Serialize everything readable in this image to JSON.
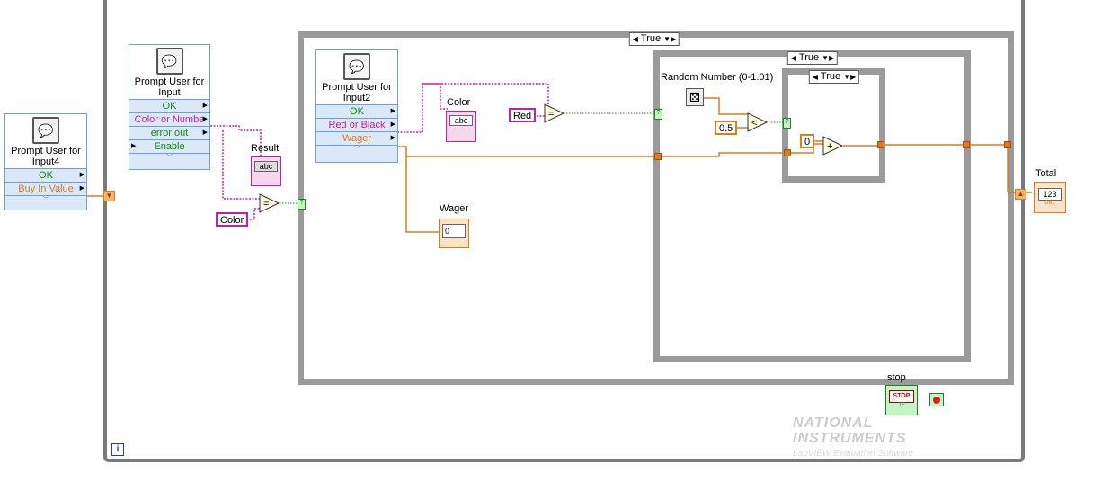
{
  "nodes": {
    "input4": {
      "title": "Prompt User for Input4",
      "terminals": [
        "OK",
        "Buy In Value"
      ]
    },
    "input": {
      "title": "Prompt User for Input",
      "terminals": [
        "OK",
        "Color or Numbe",
        "error out",
        "Enable"
      ]
    },
    "input2": {
      "title": "Prompt User for Input2",
      "terminals": [
        "OK",
        "Red or Black",
        "Wager"
      ]
    }
  },
  "labels": {
    "result": "Result",
    "color_ind": "Color",
    "wager": "Wager",
    "total": "Total",
    "random": "Random Number (0-1.01)",
    "stop": "stop"
  },
  "constants": {
    "color": "Color",
    "red": "Red",
    "half": "0.5",
    "zero": "0"
  },
  "cases": {
    "outer": "True",
    "middle": "True",
    "inner": "True"
  },
  "indicators": {
    "string": "abc",
    "numeric": "123",
    "wager_value": "0",
    "stop_button": "STOP",
    "dbl": "DBL",
    "tf": "TF"
  },
  "loop": {
    "iteration": "i"
  },
  "watermark": {
    "brand": "NATIONAL INSTRUMENTS",
    "sub": "LabVIEW Evaluation Software"
  },
  "colors": {
    "string": "#c81ea0",
    "numeric": "#e07a1c",
    "boolean": "#148a14",
    "node": "#dbe8f7"
  }
}
